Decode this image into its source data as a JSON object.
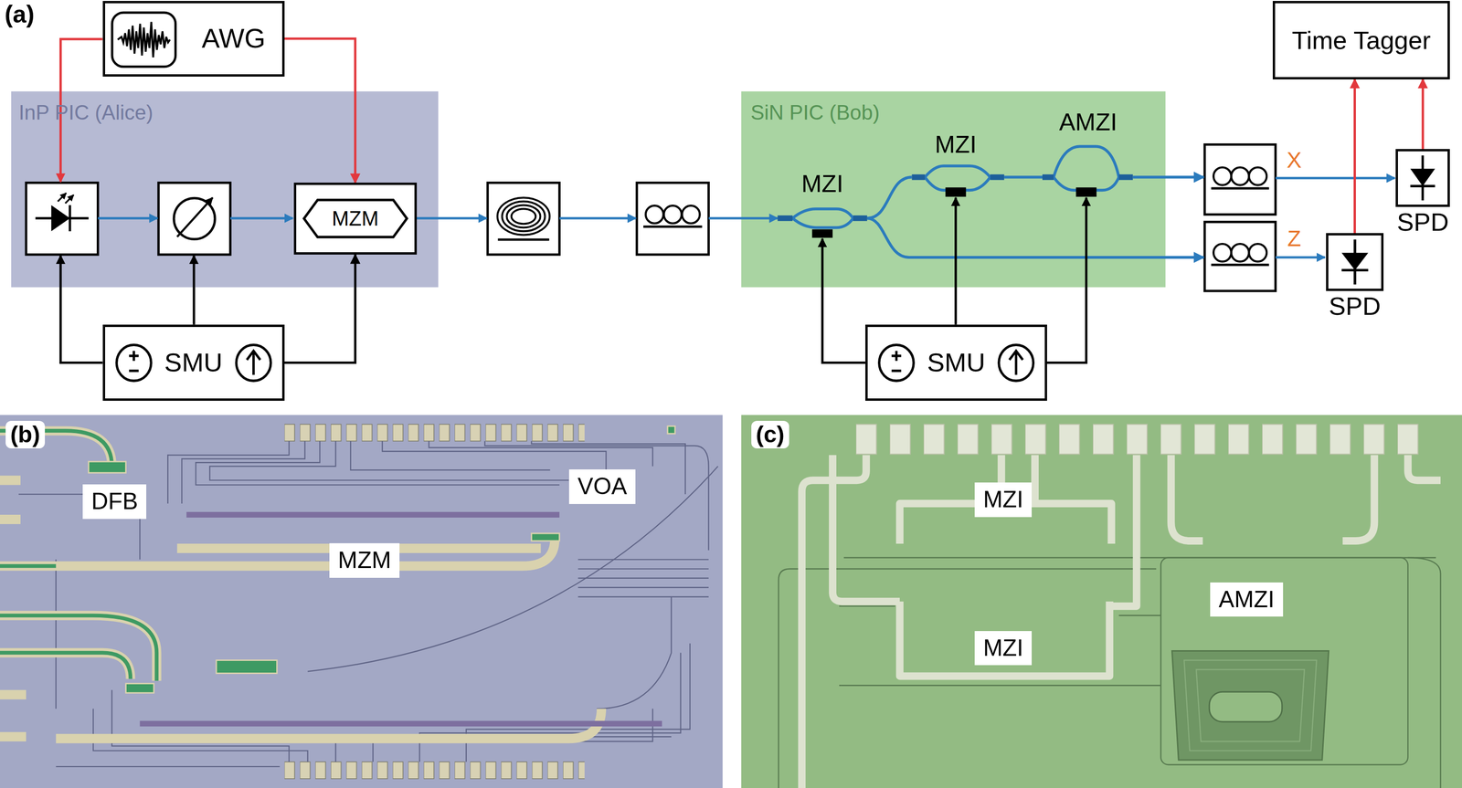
{
  "diagram": {
    "nodes": [
      {
        "text": [
          "AWG"
        ]
      },
      {
        "text": [
          "Time Tagger"
        ]
      },
      {
        "text": [
          "InP PIC (Alice)"
        ]
      },
      {
        "text": [
          "MZM"
        ],
        "in": 2
      },
      {
        "text": [
          "SiN PIC (Bob)"
        ]
      },
      {
        "text": [
          "SPD"
        ]
      },
      {
        "text": [
          "SPD"
        ]
      },
      {
        "text": [
          "SMU"
        ]
      },
      {
        "text": [
          "SMU"
        ]
      },
      {
        "text": [
          "DFB"
        ]
      },
      {
        "text": [
          "VOA"
        ]
      },
      {
        "text": [
          "MZM"
        ]
      },
      {
        "text": [
          "MZI"
        ]
      },
      {
        "text": [
          "MZI"
        ]
      },
      {
        "text": [
          "AMZI"
        ]
      }
    ],
    "edges": [
      {
        "from": 0,
        "to": 3,
        "arrow": "to"
      },
      {
        "from": 7,
        "to": 3,
        "arrow": "to"
      },
      {
        "from": 5,
        "to": 1,
        "arrow": "to"
      },
      {
        "from": 6,
        "to": 1,
        "arrow": "to"
      }
    ],
    "labels": [
      "(a)",
      "MZI",
      "MZI",
      "AMZI",
      "X",
      "Z",
      "(b)",
      "(c)"
    ]
  }
}
